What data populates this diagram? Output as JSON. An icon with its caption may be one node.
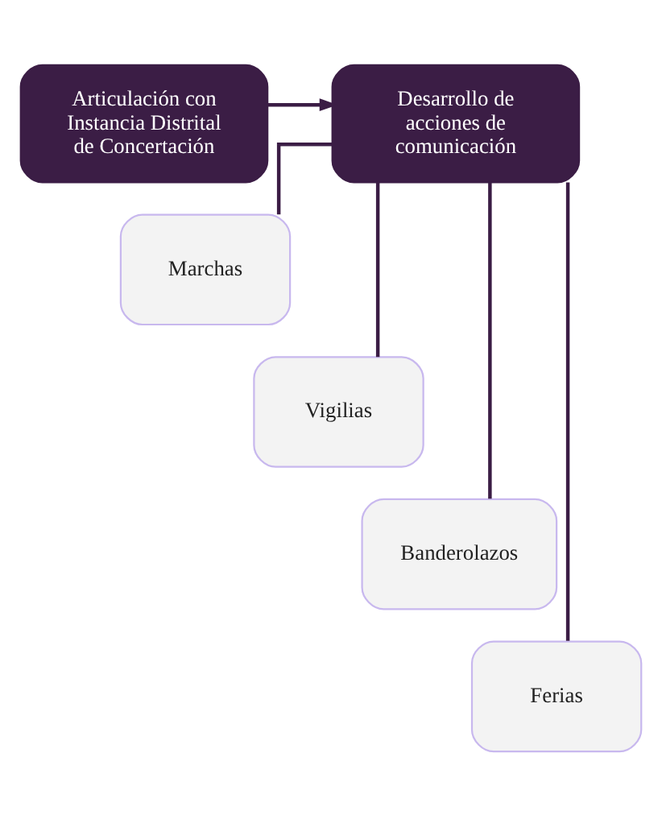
{
  "diagram": {
    "nodes": [
      {
        "text": [
          "Articulación con Instancia Distrital de Concertación"
        ]
      },
      {
        "text": [
          "Desarrollo de acciones de comunicación"
        ]
      },
      {
        "text": [
          "Marchas"
        ]
      },
      {
        "text": [
          "Vigilias"
        ]
      },
      {
        "text": [
          "Banderolazos"
        ]
      },
      {
        "text": [
          "Ferias"
        ]
      }
    ],
    "edges": [
      {
        "from": 0,
        "to": 1,
        "arrow": "to"
      },
      {
        "from": 1,
        "to": 2,
        "arrow": "none"
      },
      {
        "from": 1,
        "to": 3,
        "arrow": "none"
      },
      {
        "from": 1,
        "to": 4,
        "arrow": "none"
      },
      {
        "from": 1,
        "to": 5,
        "arrow": "none"
      }
    ]
  }
}
